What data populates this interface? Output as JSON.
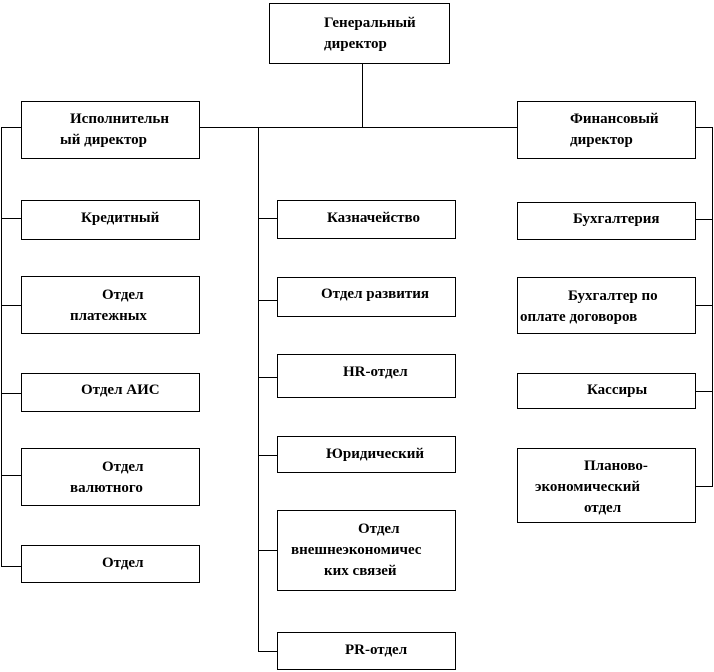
{
  "diagram": {
    "root": {
      "lines": [
        "Генеральный",
        "директор"
      ]
    },
    "executive": {
      "lines": [
        "Исполнительн",
        "ый директор"
      ],
      "children": [
        {
          "lines": [
            "Кредитный"
          ]
        },
        {
          "lines": [
            "Отдел",
            "платежных"
          ]
        },
        {
          "lines": [
            "Отдел АИС"
          ]
        },
        {
          "lines": [
            "Отдел",
            "валютного"
          ]
        },
        {
          "lines": [
            "Отдел"
          ]
        }
      ]
    },
    "direct": {
      "children": [
        {
          "lines": [
            "Казначейство"
          ]
        },
        {
          "lines": [
            "Отдел развития"
          ]
        },
        {
          "lines": [
            "HR-отдел"
          ]
        },
        {
          "lines": [
            "Юридический"
          ]
        },
        {
          "lines": [
            "Отдел",
            "внешнеэкономичес",
            "ких связей"
          ]
        },
        {
          "lines": [
            "PR-отдел"
          ]
        }
      ]
    },
    "financial": {
      "lines": [
        "Финансовый",
        "директор"
      ],
      "children": [
        {
          "lines": [
            "Бухгалтерия"
          ]
        },
        {
          "lines": [
            "Бухгалтер  по",
            "оплате договоров"
          ]
        },
        {
          "lines": [
            "Кассиры"
          ]
        },
        {
          "lines": [
            "Планово-",
            "экономический",
            "отдел"
          ]
        }
      ]
    }
  }
}
